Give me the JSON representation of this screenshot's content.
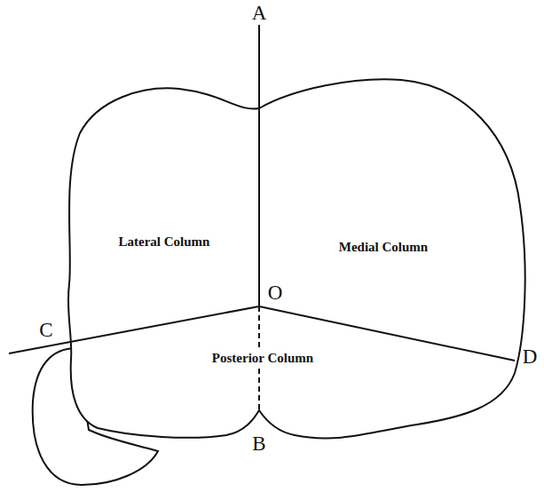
{
  "diagram": {
    "labels": [
      "A",
      "Lateral Column",
      "Medial Column",
      "O",
      "C",
      "Posterior Column",
      "D",
      "B"
    ]
  }
}
